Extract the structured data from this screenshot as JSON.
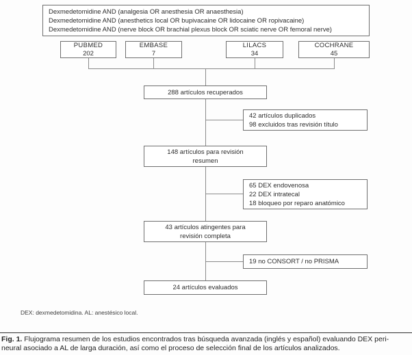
{
  "search_box": {
    "lines": [
      "Dexmedetomidine AND (analgesia OR anesthesia OR anaesthesia)",
      "Dexmedetomidine AND (anesthetics local OR bupivacaine OR lidocaine OR ropivacaine)",
      "Dexmedetomidine AND (nerve block OR brachial plexus block OR sciatic nerve OR femoral nerve)"
    ]
  },
  "databases": [
    {
      "name": "PUBMED",
      "count": "202"
    },
    {
      "name": "EMBASE",
      "count": "7"
    },
    {
      "name": "LILACS",
      "count": "34"
    },
    {
      "name": "COCHRANE",
      "count": "45"
    }
  ],
  "flow": {
    "retrieved": "288 artículos recuperados",
    "excluded1_lines": [
      "42 artículos duplicados",
      "98 excluidos tras revisión título"
    ],
    "review_abstract_lines": [
      "148 artículos para revisión",
      "resumen"
    ],
    "excluded2_lines": [
      "65 DEX endovenosa",
      "22 DEX intratecal",
      "18 bloqueo por reparo anatómico"
    ],
    "full_review_lines": [
      "43 artículos atingentes para",
      "revisión completa"
    ],
    "excluded3": "19 no CONSORT / no PRISMA",
    "evaluated": "24 artículos evaluados"
  },
  "footnote": "DEX: dexmedetomidina. AL: anestésico local.",
  "caption": {
    "label": "Fig. 1.",
    "line1": "Flujograma resumen de los estudios encontrados tras búsqueda avanzada (inglés y español) evaluando DEX peri-",
    "line2": "neural asociado a AL de larga duración, así como el proceso de selección final de los artículos analizados."
  }
}
